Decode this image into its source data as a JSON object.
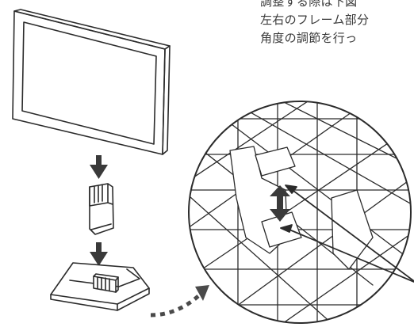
{
  "instructions": {
    "lines": [
      "調整する際は下図",
      "左右のフレーム部分",
      "角度の調節を行っ"
    ]
  },
  "colors": {
    "line": "#2b2b2b",
    "arrow": "#3a3a3a",
    "dotted_arrow": "#4a4a4a",
    "background": "#ffffff"
  },
  "icons": [
    "down-arrow-icon",
    "up-down-arrow-icon",
    "dotted-curved-arrow-icon"
  ]
}
